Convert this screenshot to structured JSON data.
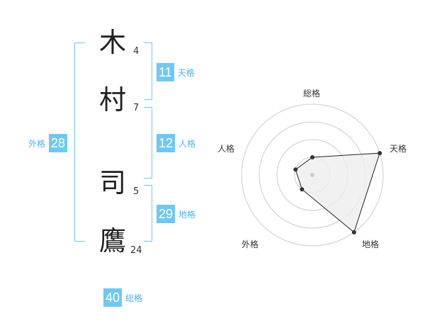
{
  "name": {
    "chars": [
      {
        "char": "木",
        "strokes": "4"
      },
      {
        "char": "村",
        "strokes": "7"
      },
      {
        "char": "司",
        "strokes": "5"
      },
      {
        "char": "鷹",
        "strokes": "24"
      }
    ]
  },
  "kaku": {
    "tenkaku": {
      "value": "11",
      "label": "天格"
    },
    "jinkaku": {
      "value": "12",
      "label": "人格"
    },
    "chikaku": {
      "value": "29",
      "label": "地格"
    },
    "gaikaku": {
      "value": "28",
      "label": "外格"
    },
    "soukaku": {
      "value": "40",
      "label": "総格"
    }
  },
  "radar": {
    "labels": {
      "soukaku": "総格",
      "tenkaku": "天格",
      "chikaku": "地格",
      "gaikaku": "外格",
      "jinkaku": "人格"
    },
    "levels": 4,
    "scores": {
      "soukaku": 1,
      "tenkaku": 4,
      "chikaku": 4,
      "gaikaku": 1,
      "jinkaku": 1
    },
    "colors": {
      "fill": "#eeeeee",
      "line": "#222222",
      "grid": "#cccccc",
      "bracket": "#6ec8f5"
    }
  }
}
